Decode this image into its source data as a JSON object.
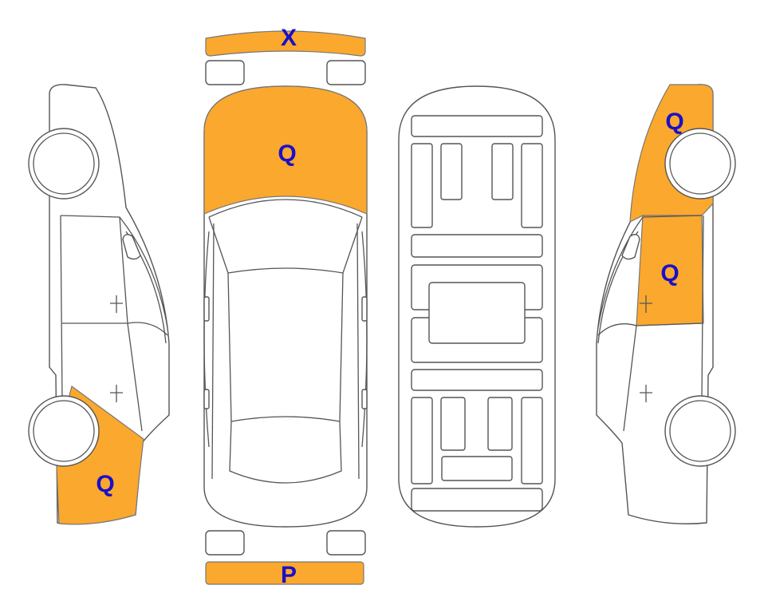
{
  "colors": {
    "damage_fill": "#FBA82E",
    "label_color": "#1A10C8",
    "outline": "#555555"
  },
  "labels": {
    "front_bumper": "X",
    "hood": "Q",
    "left_rear_quarter": "Q",
    "right_front_fender": "Q",
    "right_front_door": "Q",
    "rear_bumper": "P"
  }
}
